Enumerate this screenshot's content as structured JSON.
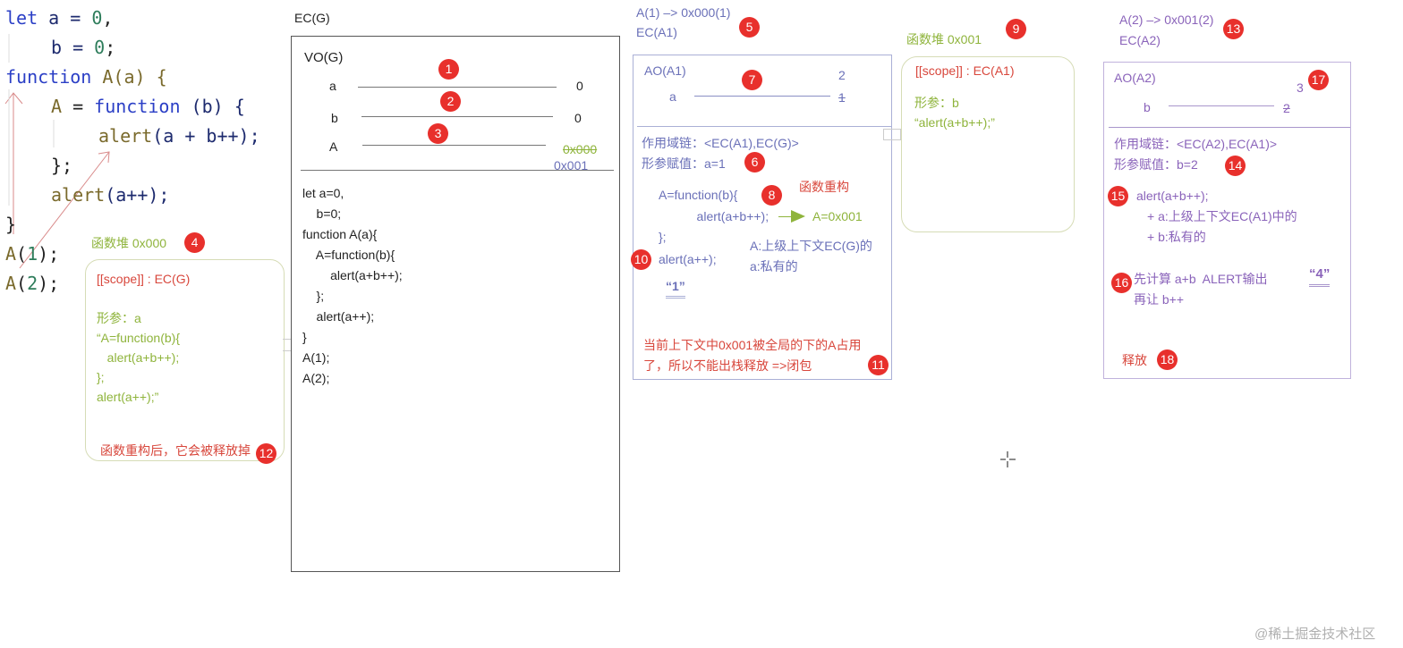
{
  "code": {
    "lines": [
      [
        "let",
        " a = ",
        "0",
        ","
      ],
      [
        "b = ",
        "0",
        ";"
      ],
      [
        "function",
        " A(a) {"
      ],
      [
        "A",
        " = ",
        "function",
        " (b) {"
      ],
      [
        "alert",
        "(a + b++);"
      ],
      [
        "};"
      ],
      [
        "alert",
        "(a++);"
      ],
      [
        "}"
      ],
      [
        "A",
        "(",
        "1",
        ");"
      ],
      [
        "A",
        "(",
        "2",
        ");"
      ]
    ]
  },
  "heap0": {
    "title": "函数堆 0x000",
    "scope": "[[scope]] : EC(G)",
    "param": "形参：a",
    "body": [
      "“A=function(b){",
      "   alert(a+b++);",
      "};",
      "alert(a++);”"
    ],
    "note": "函数重构后，它会被释放掉"
  },
  "ecg": {
    "title": "EC(G)",
    "vo_title": "VO(G)",
    "vars": [
      {
        "name": "a",
        "value": "0"
      },
      {
        "name": "b",
        "value": "0"
      },
      {
        "name": "A",
        "value_old": "0x000",
        "value": "0x001"
      }
    ],
    "code": [
      "let a=0,",
      "    b=0;",
      "function A(a){",
      "    A=function(b){",
      "        alert(a+b++);",
      "    };",
      "    alert(a++);",
      "}",
      "A(1);",
      "A(2);"
    ]
  },
  "eca1": {
    "header": [
      "A(1) –> 0x000(1)",
      "EC(A1)"
    ],
    "ao_title": "AO(A1)",
    "var_name": "a",
    "value_old": "1",
    "value_new": "2",
    "scope_chain": "作用域链：<EC(A1),EC(G)>",
    "param_assign": "形参赋值：a=1",
    "code": [
      "A=function(b){",
      "    alert(a+b++);",
      "};"
    ],
    "rebuild": "函数重构",
    "assign": "A=0x001",
    "note": [
      "A:上级上下文EC(G)的",
      "a:私有的"
    ],
    "alert": "alert(a++);",
    "output": "“1”",
    "closure_note": [
      "当前上下文中0x001被全局的下的A占用",
      "了，所以不能出栈释放 =>闭包"
    ]
  },
  "heap1": {
    "title": "函数堆 0x001",
    "scope": "[[scope]] : EC(A1)",
    "param": "形参：b",
    "body": "“alert(a+b++);”"
  },
  "eca2": {
    "header": [
      "A(2) –> 0x001(2)",
      "EC(A2)"
    ],
    "ao_title": "AO(A2)",
    "var_name": "b",
    "value_old": "2",
    "value_new": "3",
    "scope_chain": "作用域链：<EC(A2),EC(A1)>",
    "param_assign": "形参赋值：b=2",
    "alert": "alert(a+b++);",
    "notes": [
      "+ a:上级上下文EC(A1)中的",
      "+ b:私有的"
    ],
    "calc": [
      "先计算 a+b  ALERT输出",
      "再让 b++"
    ],
    "output": "“4”",
    "release": "释放"
  },
  "badges": [
    "1",
    "2",
    "3",
    "4",
    "5",
    "6",
    "7",
    "8",
    "9",
    "10",
    "11",
    "12",
    "13",
    "14",
    "15",
    "16",
    "17",
    "18"
  ],
  "watermark": "@稀土掘金技术社区",
  "colors": {
    "badge": "#e8302c",
    "green": "#8fb43c",
    "red": "#d8473c",
    "blue": "#6a70b8",
    "purple": "#8a63ba"
  }
}
